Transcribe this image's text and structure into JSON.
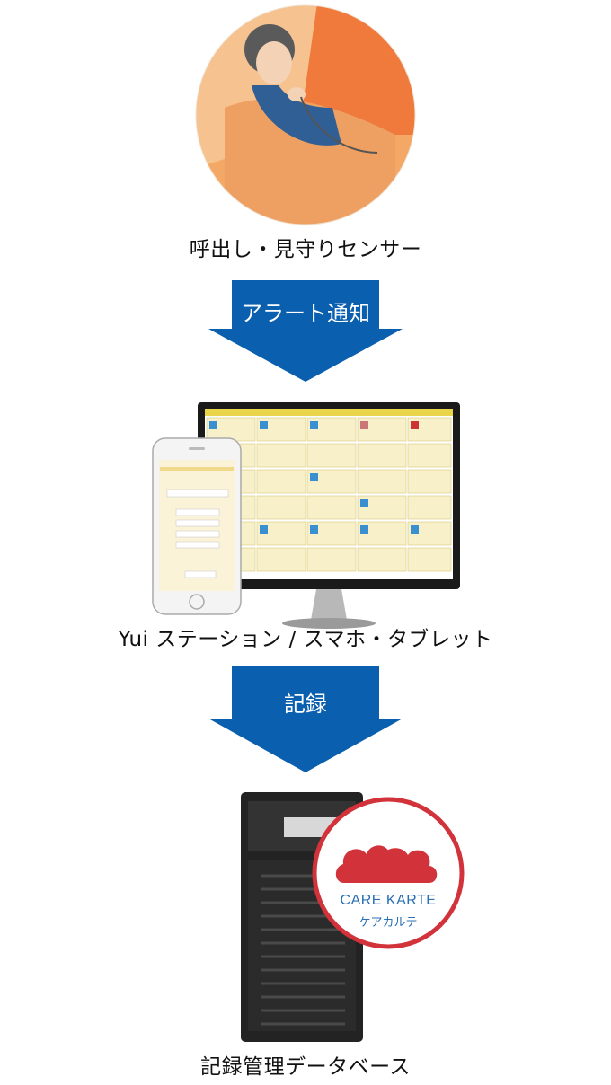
{
  "steps": [
    {
      "label": "呼出し・見守りセンサー"
    },
    {
      "label": "Yui ステーション / スマホ・タブレット"
    },
    {
      "label": "記録管理データベース"
    }
  ],
  "arrows": [
    {
      "label": "アラート通知"
    },
    {
      "label": "記録"
    }
  ],
  "logo": {
    "title": "CARE KARTE",
    "subtitle": "ケアカルテ"
  },
  "colors": {
    "arrow": "#0a5fae",
    "logo_ring": "#d2323a",
    "logo_cloud": "#d2323a",
    "logo_text": "#2a6fb5"
  }
}
